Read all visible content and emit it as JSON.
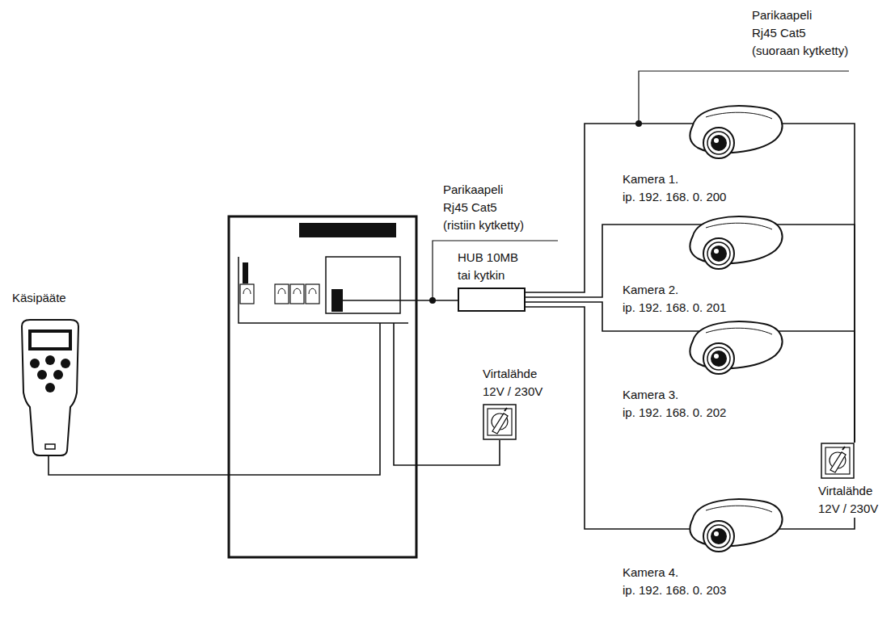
{
  "diagram": {
    "nodes": [
      {
        "text": [
          "Käsipääte"
        ]
      },
      {
        "text": [
          "HUB 10MB tai kytkin"
        ]
      },
      {
        "text": [
          "Virtalähde 12V / 230V"
        ]
      },
      {
        "text": [
          "Kamera 1.",
          "ip. 192. 168. 0. 200"
        ]
      },
      {
        "text": [
          "Kamera 2.",
          "ip. 192. 168. 0. 201"
        ]
      },
      {
        "text": [
          "Kamera 3.",
          "ip. 192. 168. 0. 202"
        ]
      },
      {
        "text": [
          "Kamera 4.",
          "ip. 192. 168. 0. 203"
        ]
      },
      {
        "text": [
          "Virtalähde 12V / 230V"
        ]
      }
    ],
    "edges": [
      {
        "from": 1,
        "to": 3,
        "arrow": "none"
      },
      {
        "from": 1,
        "to": 4,
        "arrow": "none"
      },
      {
        "from": 1,
        "to": 5,
        "arrow": "none"
      },
      {
        "from": 1,
        "to": 6,
        "arrow": "none"
      },
      {
        "from": 7,
        "to": 3,
        "arrow": "none"
      },
      {
        "from": 7,
        "to": 4,
        "arrow": "none"
      },
      {
        "from": 7,
        "to": 5,
        "arrow": "none"
      },
      {
        "from": 7,
        "to": 6,
        "arrow": "none"
      }
    ],
    "labels": [
      "Parikaapeli",
      "Rj45 Cat5",
      "(suoraan kytketty)",
      "Parikaapeli",
      "Rj45 Cat5",
      "(ristiin kytketty)"
    ]
  }
}
